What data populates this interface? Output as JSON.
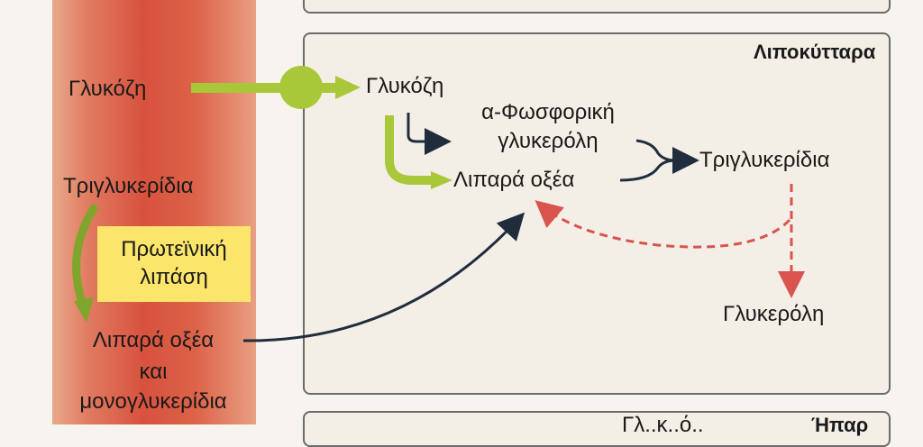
{
  "vessel": {
    "glucose": "Γλυκόζη",
    "triglycerides": "Τριγλυκερίδια",
    "enzyme_line1": "Πρωτεϊνική",
    "enzyme_line2": "λιπάση",
    "fa_line1": "Λιπαρά οξέα",
    "fa_line2": "και",
    "fa_line3": "μονογλυκερίδια"
  },
  "adipocyte": {
    "title": "Λιποκύτταρα",
    "glucose": "Γλυκόζη",
    "gp_line1": "α-Φωσφορική",
    "gp_line2": "γλυκερόλη",
    "fatty_acids": "Λιπαρά οξέα",
    "triglycerides": "Τριγλυκερίδια",
    "glycerol": "Γλυκερόλη"
  },
  "bottom_box": {
    "partial_text": "Γλ..κ..ό..",
    "partial_title": "Ήπαρ"
  },
  "colors": {
    "green_arrow": "#a8c83a",
    "dark_arrow": "#1f2d3d",
    "red_dashed": "#d9534f",
    "enzyme_box": "#fbe56a",
    "vessel": "#d8523e"
  }
}
